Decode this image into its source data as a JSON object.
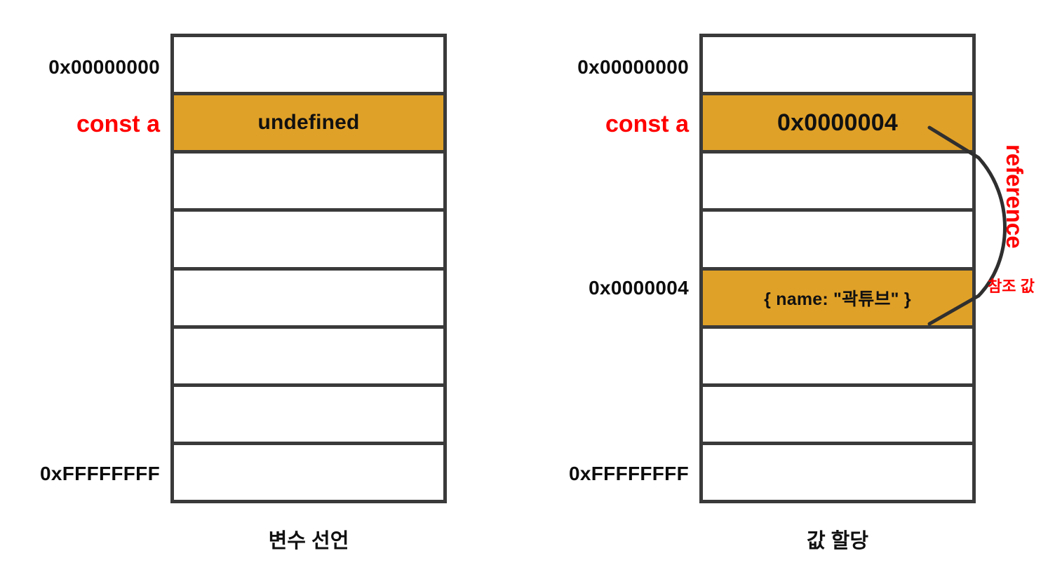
{
  "diagram": {
    "title_hidden": "",
    "colors": {
      "cell_fill": "#e0a128",
      "border": "#3a3a3a",
      "accent_red": "#ff0000",
      "text": "#111111",
      "background": "#ffffff"
    },
    "panels": [
      {
        "id": "declaration",
        "caption": "변수 선언",
        "row_count": 8,
        "rows": [
          {
            "address": "0x00000000",
            "variable": "",
            "value": "",
            "filled": false
          },
          {
            "address": "",
            "variable": "const a",
            "value": "undefined",
            "filled": true
          },
          {
            "address": "",
            "variable": "",
            "value": "",
            "filled": false
          },
          {
            "address": "",
            "variable": "",
            "value": "",
            "filled": false
          },
          {
            "address": "",
            "variable": "",
            "value": "",
            "filled": false
          },
          {
            "address": "",
            "variable": "",
            "value": "",
            "filled": false
          },
          {
            "address": "",
            "variable": "",
            "value": "",
            "filled": false
          },
          {
            "address": "0xFFFFFFFF",
            "variable": "",
            "value": "",
            "filled": false
          }
        ]
      },
      {
        "id": "assignment",
        "caption": "값 할당",
        "row_count": 8,
        "rows": [
          {
            "address": "0x00000000",
            "variable": "",
            "value": "",
            "filled": false
          },
          {
            "address": "",
            "variable": "const a",
            "value": "0x0000004",
            "filled": true
          },
          {
            "address": "",
            "variable": "",
            "value": "",
            "filled": false
          },
          {
            "address": "",
            "variable": "",
            "value": "",
            "filled": false
          },
          {
            "address": "0x0000004",
            "variable": "",
            "value": "{ name: \"곽튜브\" }",
            "filled": true
          },
          {
            "address": "",
            "variable": "",
            "value": "",
            "filled": false
          },
          {
            "address": "",
            "variable": "",
            "value": "",
            "filled": false
          },
          {
            "address": "0xFFFFFFFF",
            "variable": "",
            "value": "",
            "filled": false
          }
        ]
      }
    ],
    "annotation": {
      "label_en": "reference",
      "label_ko": "참조 값"
    }
  }
}
